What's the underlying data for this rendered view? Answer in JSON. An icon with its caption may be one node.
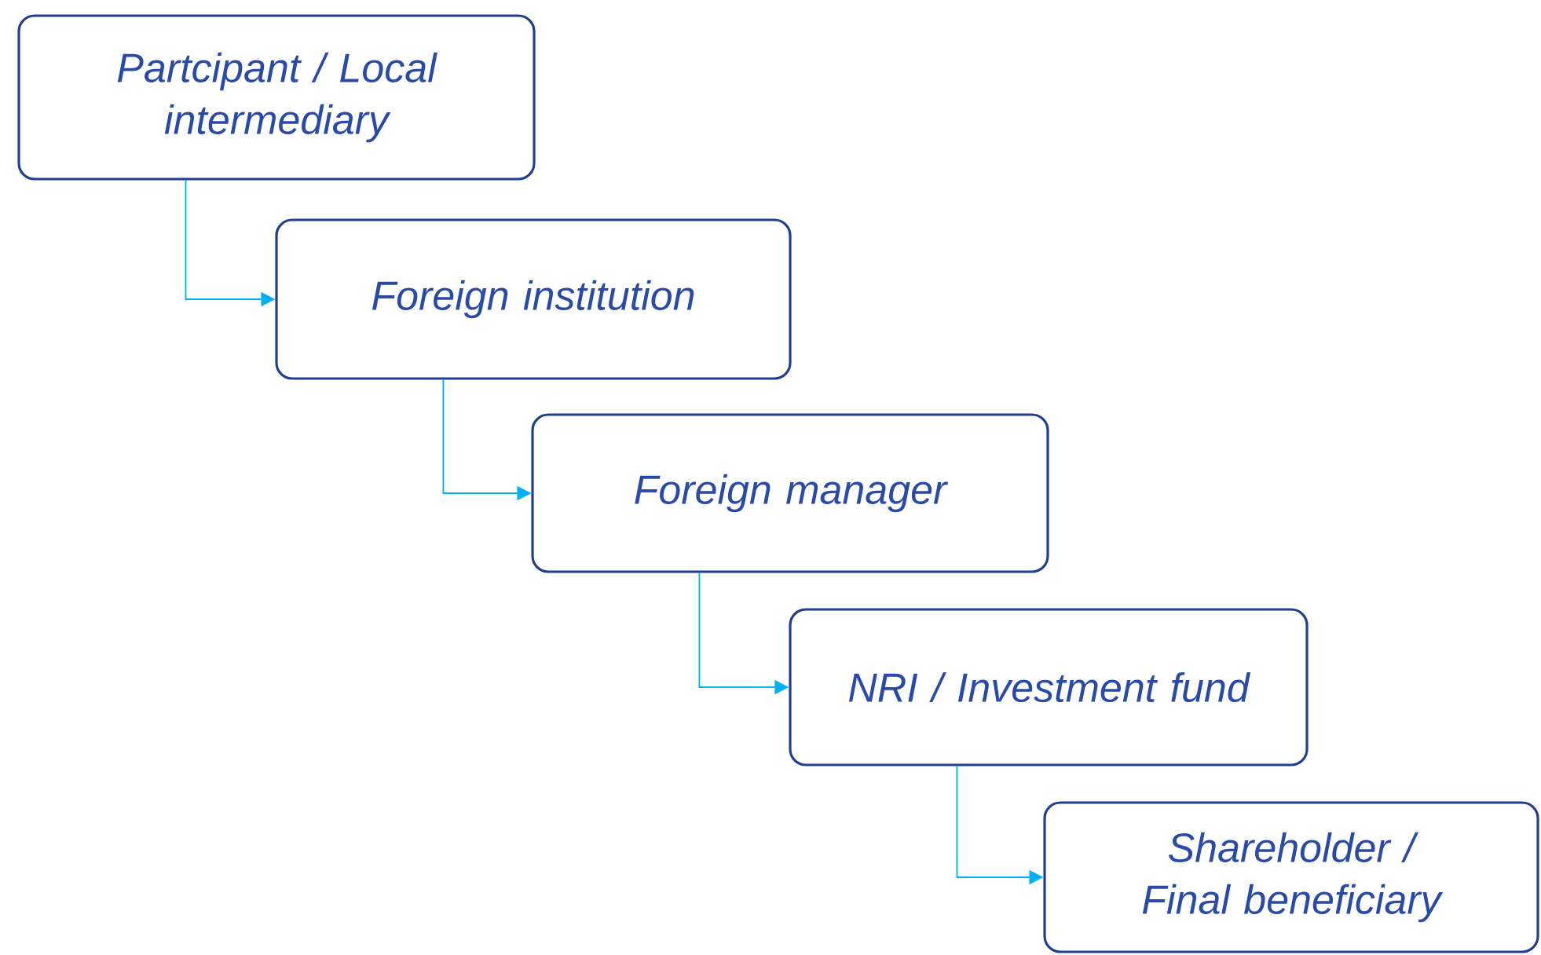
{
  "diagram": {
    "nodes": [
      {
        "text": [
          "Partcipant / Local intermediary"
        ]
      },
      {
        "text": [
          "Foreign institution"
        ]
      },
      {
        "text": [
          "Foreign manager"
        ]
      },
      {
        "text": [
          "NRI / Investment fund"
        ]
      },
      {
        "text": [
          "Shareholder / Final beneficiary"
        ]
      }
    ],
    "edges": [
      {
        "from": 0,
        "to": 1,
        "arrow": "to"
      },
      {
        "from": 1,
        "to": 2,
        "arrow": "to"
      },
      {
        "from": 2,
        "to": 3,
        "arrow": "to"
      },
      {
        "from": 3,
        "to": 4,
        "arrow": "to"
      }
    ]
  }
}
